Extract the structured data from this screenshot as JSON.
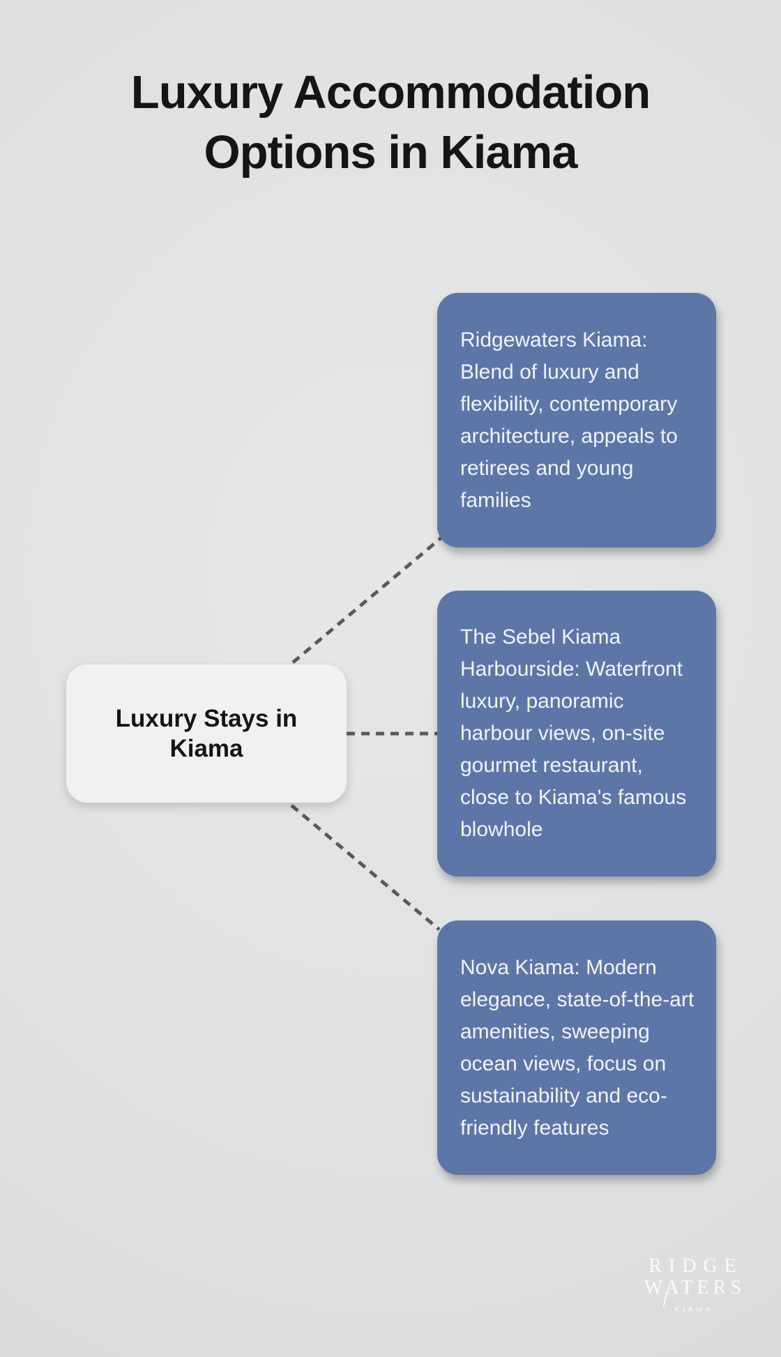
{
  "title": {
    "lines": [
      "Luxury Accommodation",
      "Options in Kiama"
    ]
  },
  "root_node": {
    "label": "Luxury Stays in Kiama"
  },
  "branch_nodes": [
    {
      "name": "Ridgewaters Kiama",
      "text": "Ridgewaters Kiama: Blend of luxury and flexibility, contemporary architecture, appeals to retirees and young families"
    },
    {
      "name": "The Sebel Kiama Harbourside",
      "text": "The Sebel Kiama Harbourside: Waterfront luxury, panoramic harbour views, on-site gourmet restaurant, close to Kiama's famous blowhole"
    },
    {
      "name": "Nova Kiama",
      "text": "Nova Kiama: Modern elegance, state-of-the-art amenities, sweeping ocean views, focus on sustainability and eco-friendly features"
    }
  ],
  "logo": {
    "line1": "RIDGE",
    "line2": "WATERS",
    "line3": "KIAMA"
  },
  "colors": {
    "background": "#dfe0e0",
    "node_fill": "#5d76a8",
    "node_text": "#f2f4f7",
    "root_fill": "#eff1f2",
    "root_text": "#151515",
    "title_text": "#151515",
    "connector": "#58595a",
    "logo_text": "#fafbfb"
  }
}
